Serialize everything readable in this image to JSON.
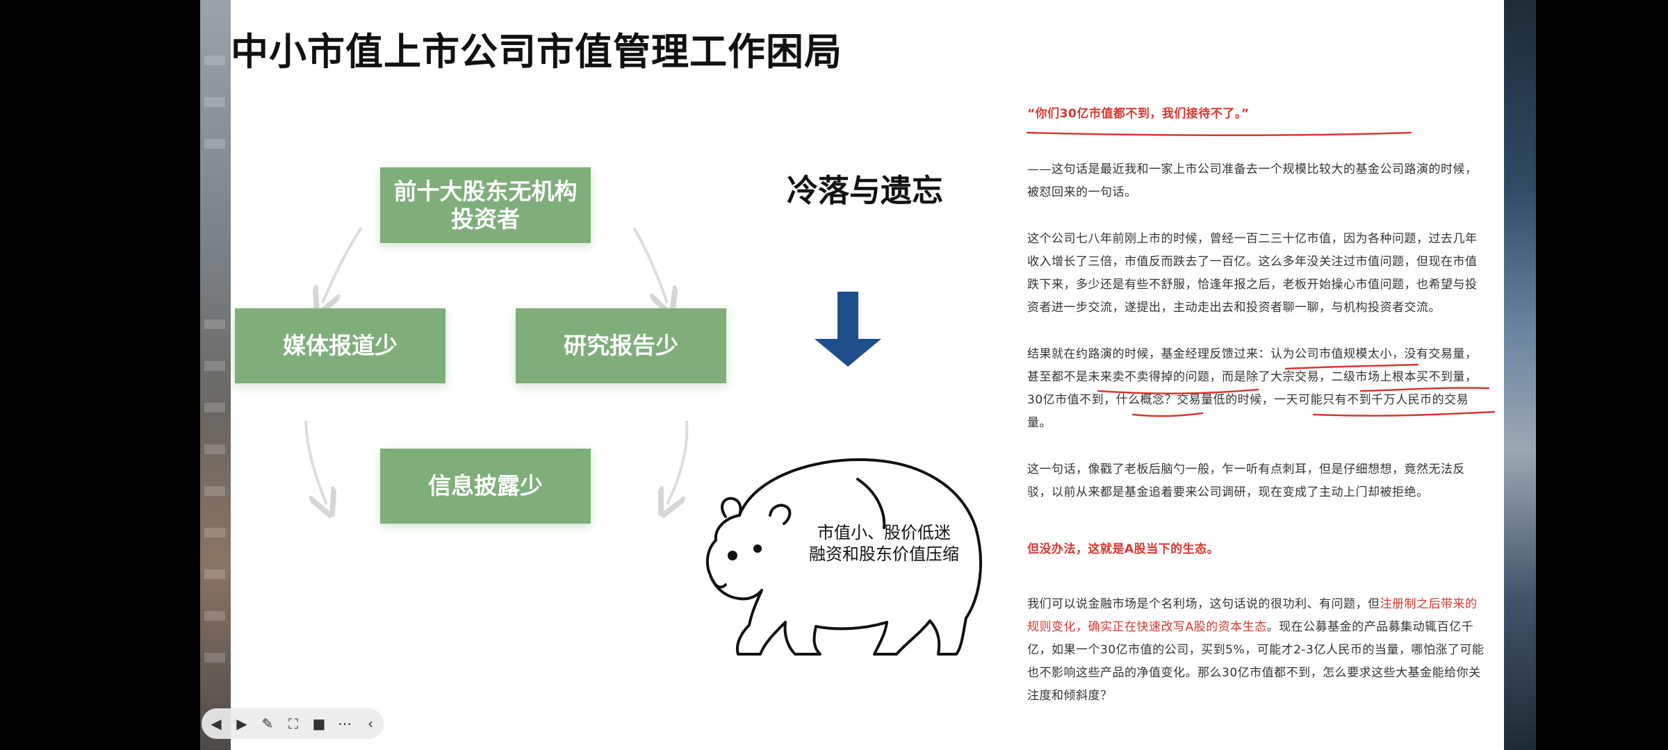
{
  "slide": {
    "title": "中小市值上市公司市值管理工作困局",
    "cycle_boxes": {
      "top_line1": "前十大股东无机构",
      "top_line2": "投资者",
      "left": "媒体报道少",
      "right": "研究报告少",
      "bottom": "信息披露少"
    },
    "heading": "冷落与遗忘",
    "bear_caption_line1": "市值小、股价低迷",
    "bear_caption_line2": "融资和股东价值压缩",
    "colors": {
      "green_box": "#7fae7b",
      "arrow_blue": "#1f4e8c",
      "highlight_red": "#d8372f"
    }
  },
  "article": {
    "quote": "“你们30亿市值都不到，我们接待不了。”",
    "para1": "——这句话是最近我和一家上市公司准备去一个规模比较大的基金公司路演的时候，被怼回来的一句话。",
    "para2": "这个公司七八年前刚上市的时候，曾经一百二三十亿市值，因为各种问题，过去几年收入增长了三倍，市值反而跌去了一百亿。这么多年没关注过市值问题，但现在市值跌下来，多少还是有些不舒服，恰逢年报之后，老板开始操心市值问题，也希望与投资者进一步交流，遂提出，主动走出去和投资者聊一聊，与机构投资者交流。",
    "para3": "结果就在约路演的时候，基金经理反馈过来：认为公司市值规模太小，没有交易量，甚至都不是未来卖不卖得掉的问题，而是除了大宗交易，二级市场上根本买不到量，30亿市值不到，什么概念？交易量低的时候，一天可能只有不到千万人民币的交易量。",
    "para4": "这一句话，像戳了老板后脑勺一般，乍一听有点刺耳，但是仔细想想，竟然无法反驳，以前从来都是基金追着要来公司调研，现在变成了主动上门却被拒绝。",
    "para5": "但没办法，这就是A股当下的生态。",
    "para6_a": "我们可以说金融市场是个名利场，这句话说的很功利、有问题，但",
    "para6_red": "注册制之后带来的规则变化，确实正在快速改写A股的资本生态",
    "para6_b": "。现在公募基金的产品募集动辄百亿千亿，如果一个30亿市值的公司，买到5%，可能才2-3亿人民币的当量，哪怕涨了可能也不影响这些产品的净值变化。那么30亿市值都不到，怎么要求这些大基金能给你关注度和倾斜度？"
  },
  "toolbar": {
    "items": [
      "prev-icon",
      "play-icon",
      "pen-icon",
      "screenshot-icon",
      "camera-icon",
      "more-icon",
      "collapse-icon"
    ]
  }
}
